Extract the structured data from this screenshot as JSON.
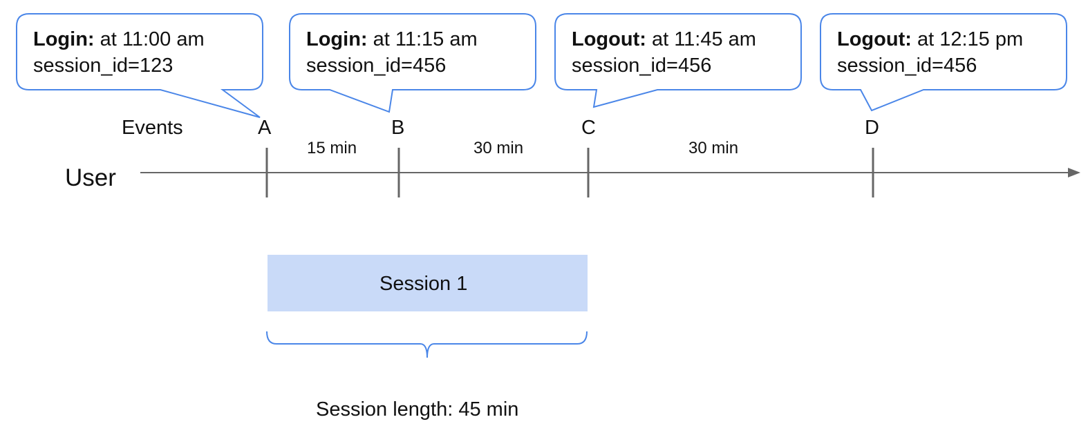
{
  "labels": {
    "events": "Events",
    "user": "User"
  },
  "callouts": [
    {
      "event_label": "Login:",
      "time_text": "at 11:00 am",
      "session_text": "session_id=123"
    },
    {
      "event_label": "Login:",
      "time_text": "at 11:15 am",
      "session_text": "session_id=456"
    },
    {
      "event_label": "Logout:",
      "time_text": "at 11:45 am",
      "session_text": "session_id=456"
    },
    {
      "event_label": "Logout:",
      "time_text": "at 12:15 pm",
      "session_text": "session_id=456"
    }
  ],
  "events": [
    {
      "letter": "A"
    },
    {
      "letter": "B"
    },
    {
      "letter": "C"
    },
    {
      "letter": "D"
    }
  ],
  "gaps": [
    {
      "text": "15 min"
    },
    {
      "text": "30 min"
    },
    {
      "text": "30 min"
    }
  ],
  "session": {
    "label": "Session 1",
    "length_text": "Session length: 45 min"
  },
  "colors": {
    "callout_border": "#4a86e8",
    "session_fill": "#c9daf8",
    "axis": "#666666",
    "brace": "#4a86e8"
  }
}
